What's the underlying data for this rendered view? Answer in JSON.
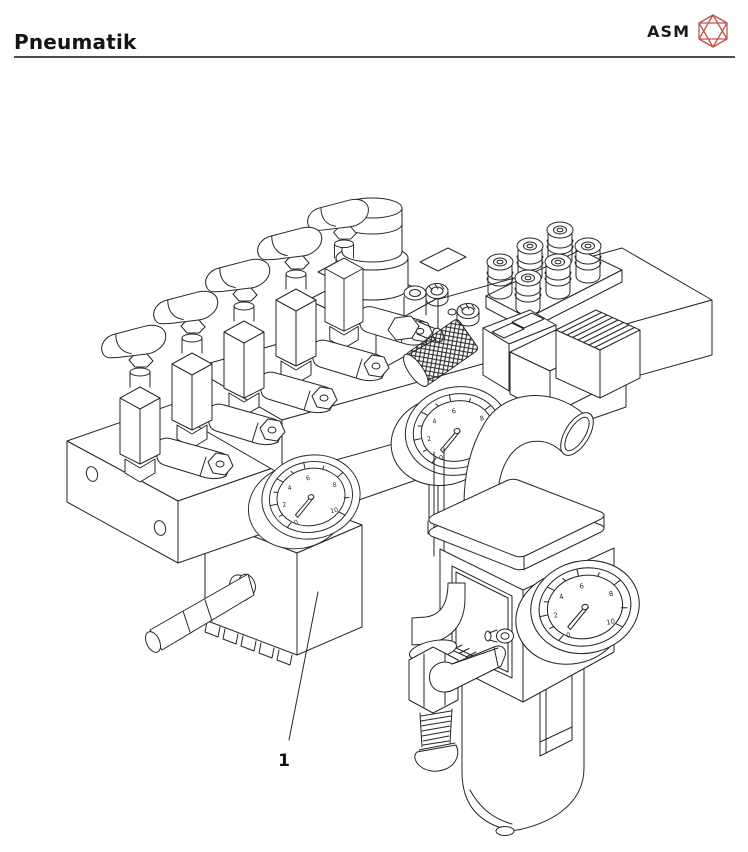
{
  "page": {
    "title": "Pneumatik"
  },
  "brand": {
    "name": "ASM",
    "logo_color": "#bf5350"
  },
  "figure": {
    "alt": "Isometric line drawing of pneumatic unit: manifold block with five hand shut-off valves and levers, pilot regulator cylinder, six push-in fittings, sintered silencer, three pressure gauges and filter-regulator with bowl",
    "gauge_scale": [
      "0",
      "2",
      "4",
      "6",
      "8",
      "10"
    ],
    "callout": {
      "label": "1"
    }
  }
}
